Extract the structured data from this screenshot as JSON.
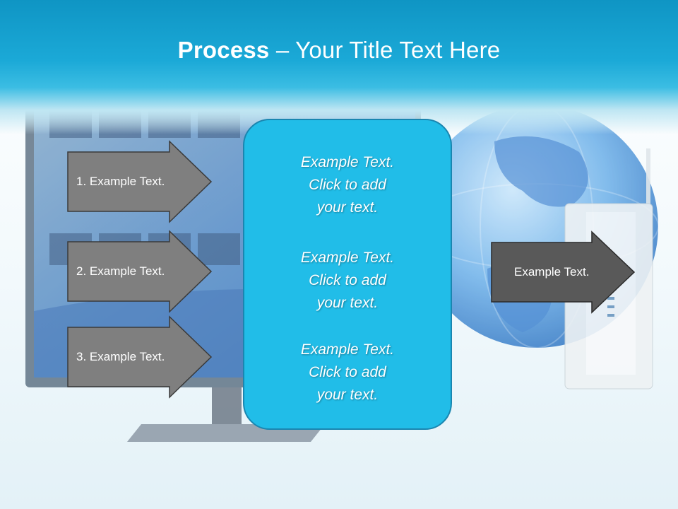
{
  "title": {
    "bold": "Process",
    "rest": " – Your Title Text Here"
  },
  "left_arrows": [
    {
      "label": "1. Example Text."
    },
    {
      "label": "2. Example Text."
    },
    {
      "label": "3. Example Text."
    }
  ],
  "center_blocks": [
    {
      "line1": "Example Text.",
      "line2": "Click  to add",
      "line3": "your text."
    },
    {
      "line1": "Example Text.",
      "line2": "Click  to add",
      "line3": "your text."
    },
    {
      "line1": "Example Text.",
      "line2": "Click  to add",
      "line3": "your text."
    }
  ],
  "right_arrow": {
    "label": "Example Text."
  },
  "colors": {
    "header": "#1ba9d7",
    "center_box": "#21bde8",
    "left_arrow_fill": "#7f7f7f",
    "right_arrow_fill": "#595959"
  }
}
